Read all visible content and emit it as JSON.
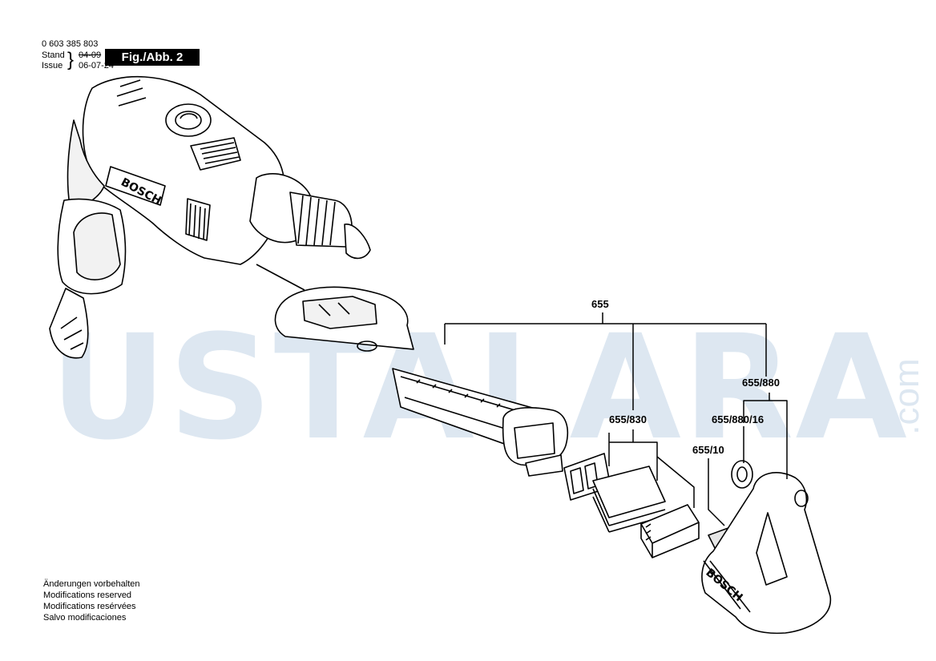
{
  "header": {
    "part_number": "0 603 385 803",
    "stand_label": "Stand",
    "issue_label": "Issue",
    "stand_value": "04-09",
    "issue_value": "06-07-24",
    "figure_label": "Fig./Abb. 2"
  },
  "watermark": {
    "text": "USTALARA",
    "domain": ".com",
    "color": "#dde7f1"
  },
  "callouts": [
    {
      "id": "655",
      "label": "655"
    },
    {
      "id": "655-830",
      "label": "655/830"
    },
    {
      "id": "655-880",
      "label": "655/880"
    },
    {
      "id": "655-880-16",
      "label": "655/880/16"
    },
    {
      "id": "655-10",
      "label": "655/10"
    }
  ],
  "brand_marks": {
    "drill": "BOSCH",
    "dust_cap": "BOSCH"
  },
  "notes": [
    "Änderungen vorbehalten",
    "Modifications reserved",
    "Modifications resérvées",
    "Salvo modificaciones"
  ]
}
